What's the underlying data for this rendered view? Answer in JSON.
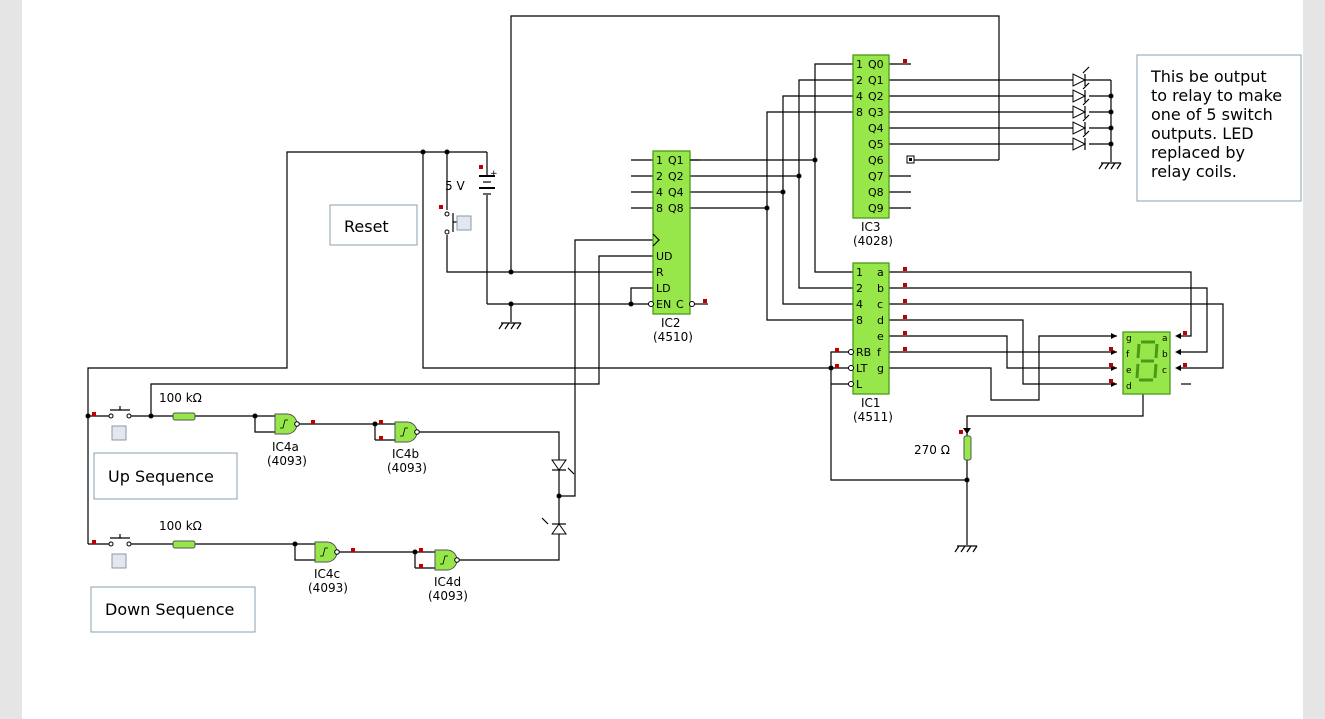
{
  "labels": {
    "reset": "Reset",
    "up_sequence": "Up Sequence",
    "down_sequence": "Down Sequence",
    "note": [
      "This be output",
      "to relay to make",
      "one of 5 switch",
      "outputs. LED",
      "replaced by",
      "relay coils."
    ]
  },
  "components": {
    "supply": "5 V",
    "r1": "100 kΩ",
    "r2": "100 kΩ",
    "r3": "270 Ω",
    "ic2": {
      "name": "IC2",
      "part": "(4510)",
      "pins_left": [
        "UD",
        "R",
        "LD",
        "EN"
      ],
      "pins_right": [
        "Q1",
        "Q2",
        "Q4",
        "Q8"
      ],
      "pin_nums": [
        "1",
        "2",
        "4",
        "8"
      ],
      "c": "C"
    },
    "ic3": {
      "name": "IC3",
      "part": "(4028)",
      "nums": [
        "1",
        "2",
        "4",
        "8"
      ],
      "outs": [
        "Q0",
        "Q1",
        "Q2",
        "Q3",
        "Q4",
        "Q5",
        "Q6",
        "Q7",
        "Q8",
        "Q9"
      ]
    },
    "ic1": {
      "name": "IC1",
      "part": "(4511)",
      "nums": [
        "1",
        "2",
        "4",
        "8"
      ],
      "ctrl": [
        "RB",
        "LT",
        "L"
      ],
      "outs": [
        "a",
        "b",
        "c",
        "d",
        "e",
        "f",
        "g"
      ]
    },
    "ic4a": {
      "name": "IC4a",
      "part": "(4093)"
    },
    "ic4b": {
      "name": "IC4b",
      "part": "(4093)"
    },
    "ic4c": {
      "name": "IC4c",
      "part": "(4093)"
    },
    "ic4d": {
      "name": "IC4d",
      "part": "(4093)"
    },
    "seg": {
      "left": [
        "g",
        "f",
        "e",
        "d"
      ],
      "right": [
        "a",
        "b",
        "c"
      ]
    }
  }
}
